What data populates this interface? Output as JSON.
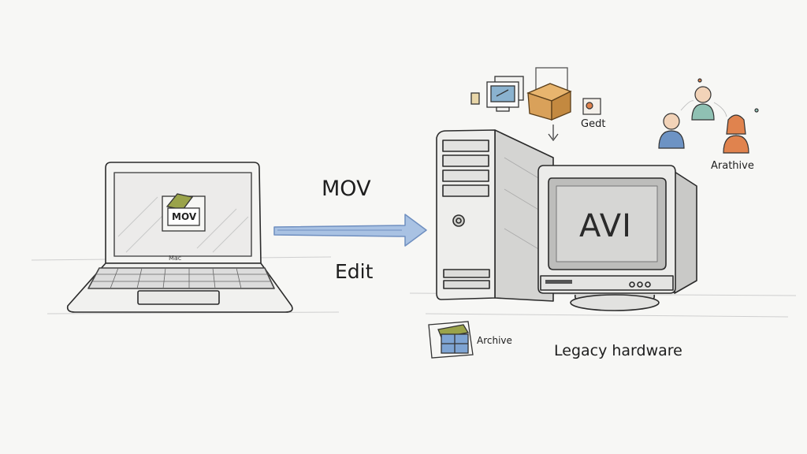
{
  "labels": {
    "mov": "MOV",
    "edit": "Edit",
    "gedt": "Gedt",
    "archive_top": "Arathive",
    "archive": "Archive",
    "legacy_hardware": "Legacy hardware",
    "laptop_brand": "Mac",
    "monitor_format": "AVI",
    "file_format": "MOV"
  },
  "colors": {
    "arrow": "#8fb0d8",
    "box": "#d9a15a",
    "file_icon": "#9aa34a",
    "person_blue": "#6d93c4",
    "person_teal": "#8fc1b3",
    "person_orange": "#e0834e",
    "ink": "#2b2b2b"
  }
}
